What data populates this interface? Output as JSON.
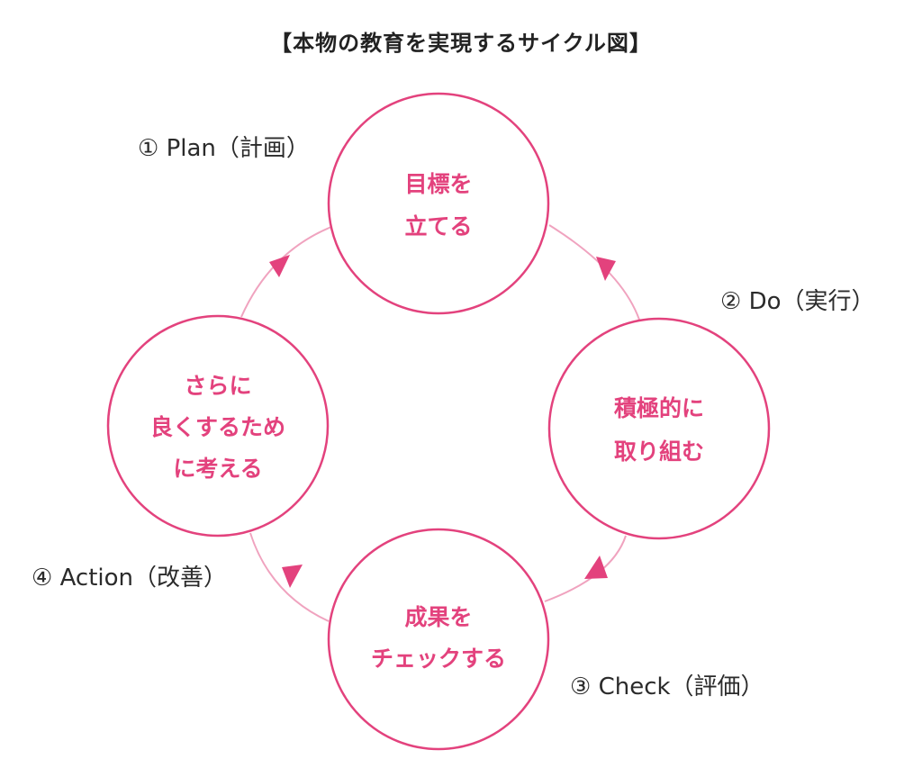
{
  "title": "【本物の教育を実現するサイクル図】",
  "colors": {
    "accent": "#e3427d",
    "ring": "#e3427d",
    "connector": "#f0a3bf",
    "label_text": "#2b2b2b"
  },
  "nodes": {
    "plan": {
      "lines": [
        "目標を",
        "立てる"
      ]
    },
    "do": {
      "lines": [
        "積極的に",
        "取り組む"
      ]
    },
    "check": {
      "lines": [
        "成果を",
        "チェックする"
      ]
    },
    "action": {
      "lines": [
        "さらに",
        "良くするため",
        "に考える"
      ]
    }
  },
  "stages": {
    "plan": "① Plan（計画）",
    "do": "② Do（実行）",
    "check": "③ Check（評価）",
    "action": "④ Action（改善）"
  }
}
